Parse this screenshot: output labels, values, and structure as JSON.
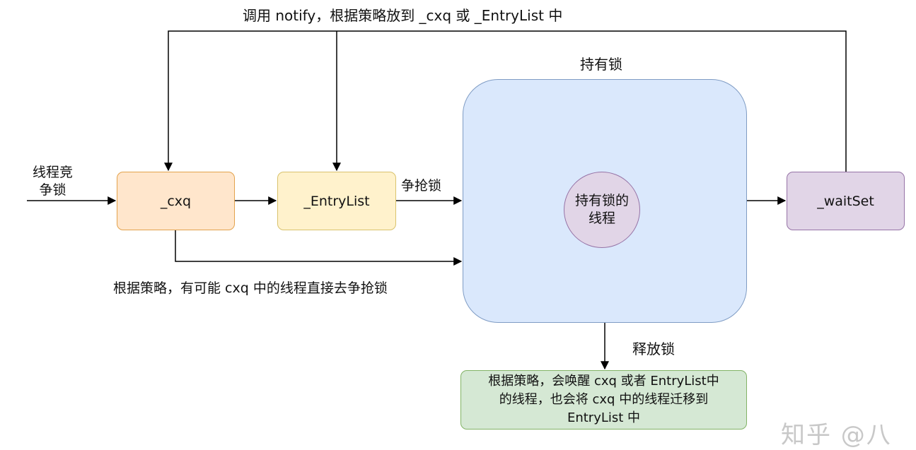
{
  "labels": {
    "top": "调用 notify，根据策略放到 _cxq 或 _EntryList 中",
    "hold_title": "持有锁",
    "compete_line1": "线程竞",
    "compete_line2": "争锁",
    "grab": "争抢锁",
    "strategy": "根据策略，有可能 cxq 中的线程直接去争抢锁",
    "release": "释放锁"
  },
  "nodes": {
    "cxq": "_cxq",
    "entry_list": "_EntryList",
    "owner_line1": "持有锁的",
    "owner_line2": "线程",
    "wait_set": "_waitSet",
    "release_note_line1": "根据策略，会唤醒 cxq 或者 EntryList中",
    "release_note_line2": "的线程，也会将 cxq 中的线程迁移到",
    "release_note_line3": "EntryList 中"
  },
  "watermark": "知乎 @八",
  "colors": {
    "cxq_fill": "#ffe6cc",
    "entry_fill": "#fff2cc",
    "hold_fill": "#dae8fc",
    "owner_fill": "#e1d5e7",
    "wait_fill": "#e1d5e7",
    "release_fill": "#d5e8d4",
    "line": "#000000"
  }
}
